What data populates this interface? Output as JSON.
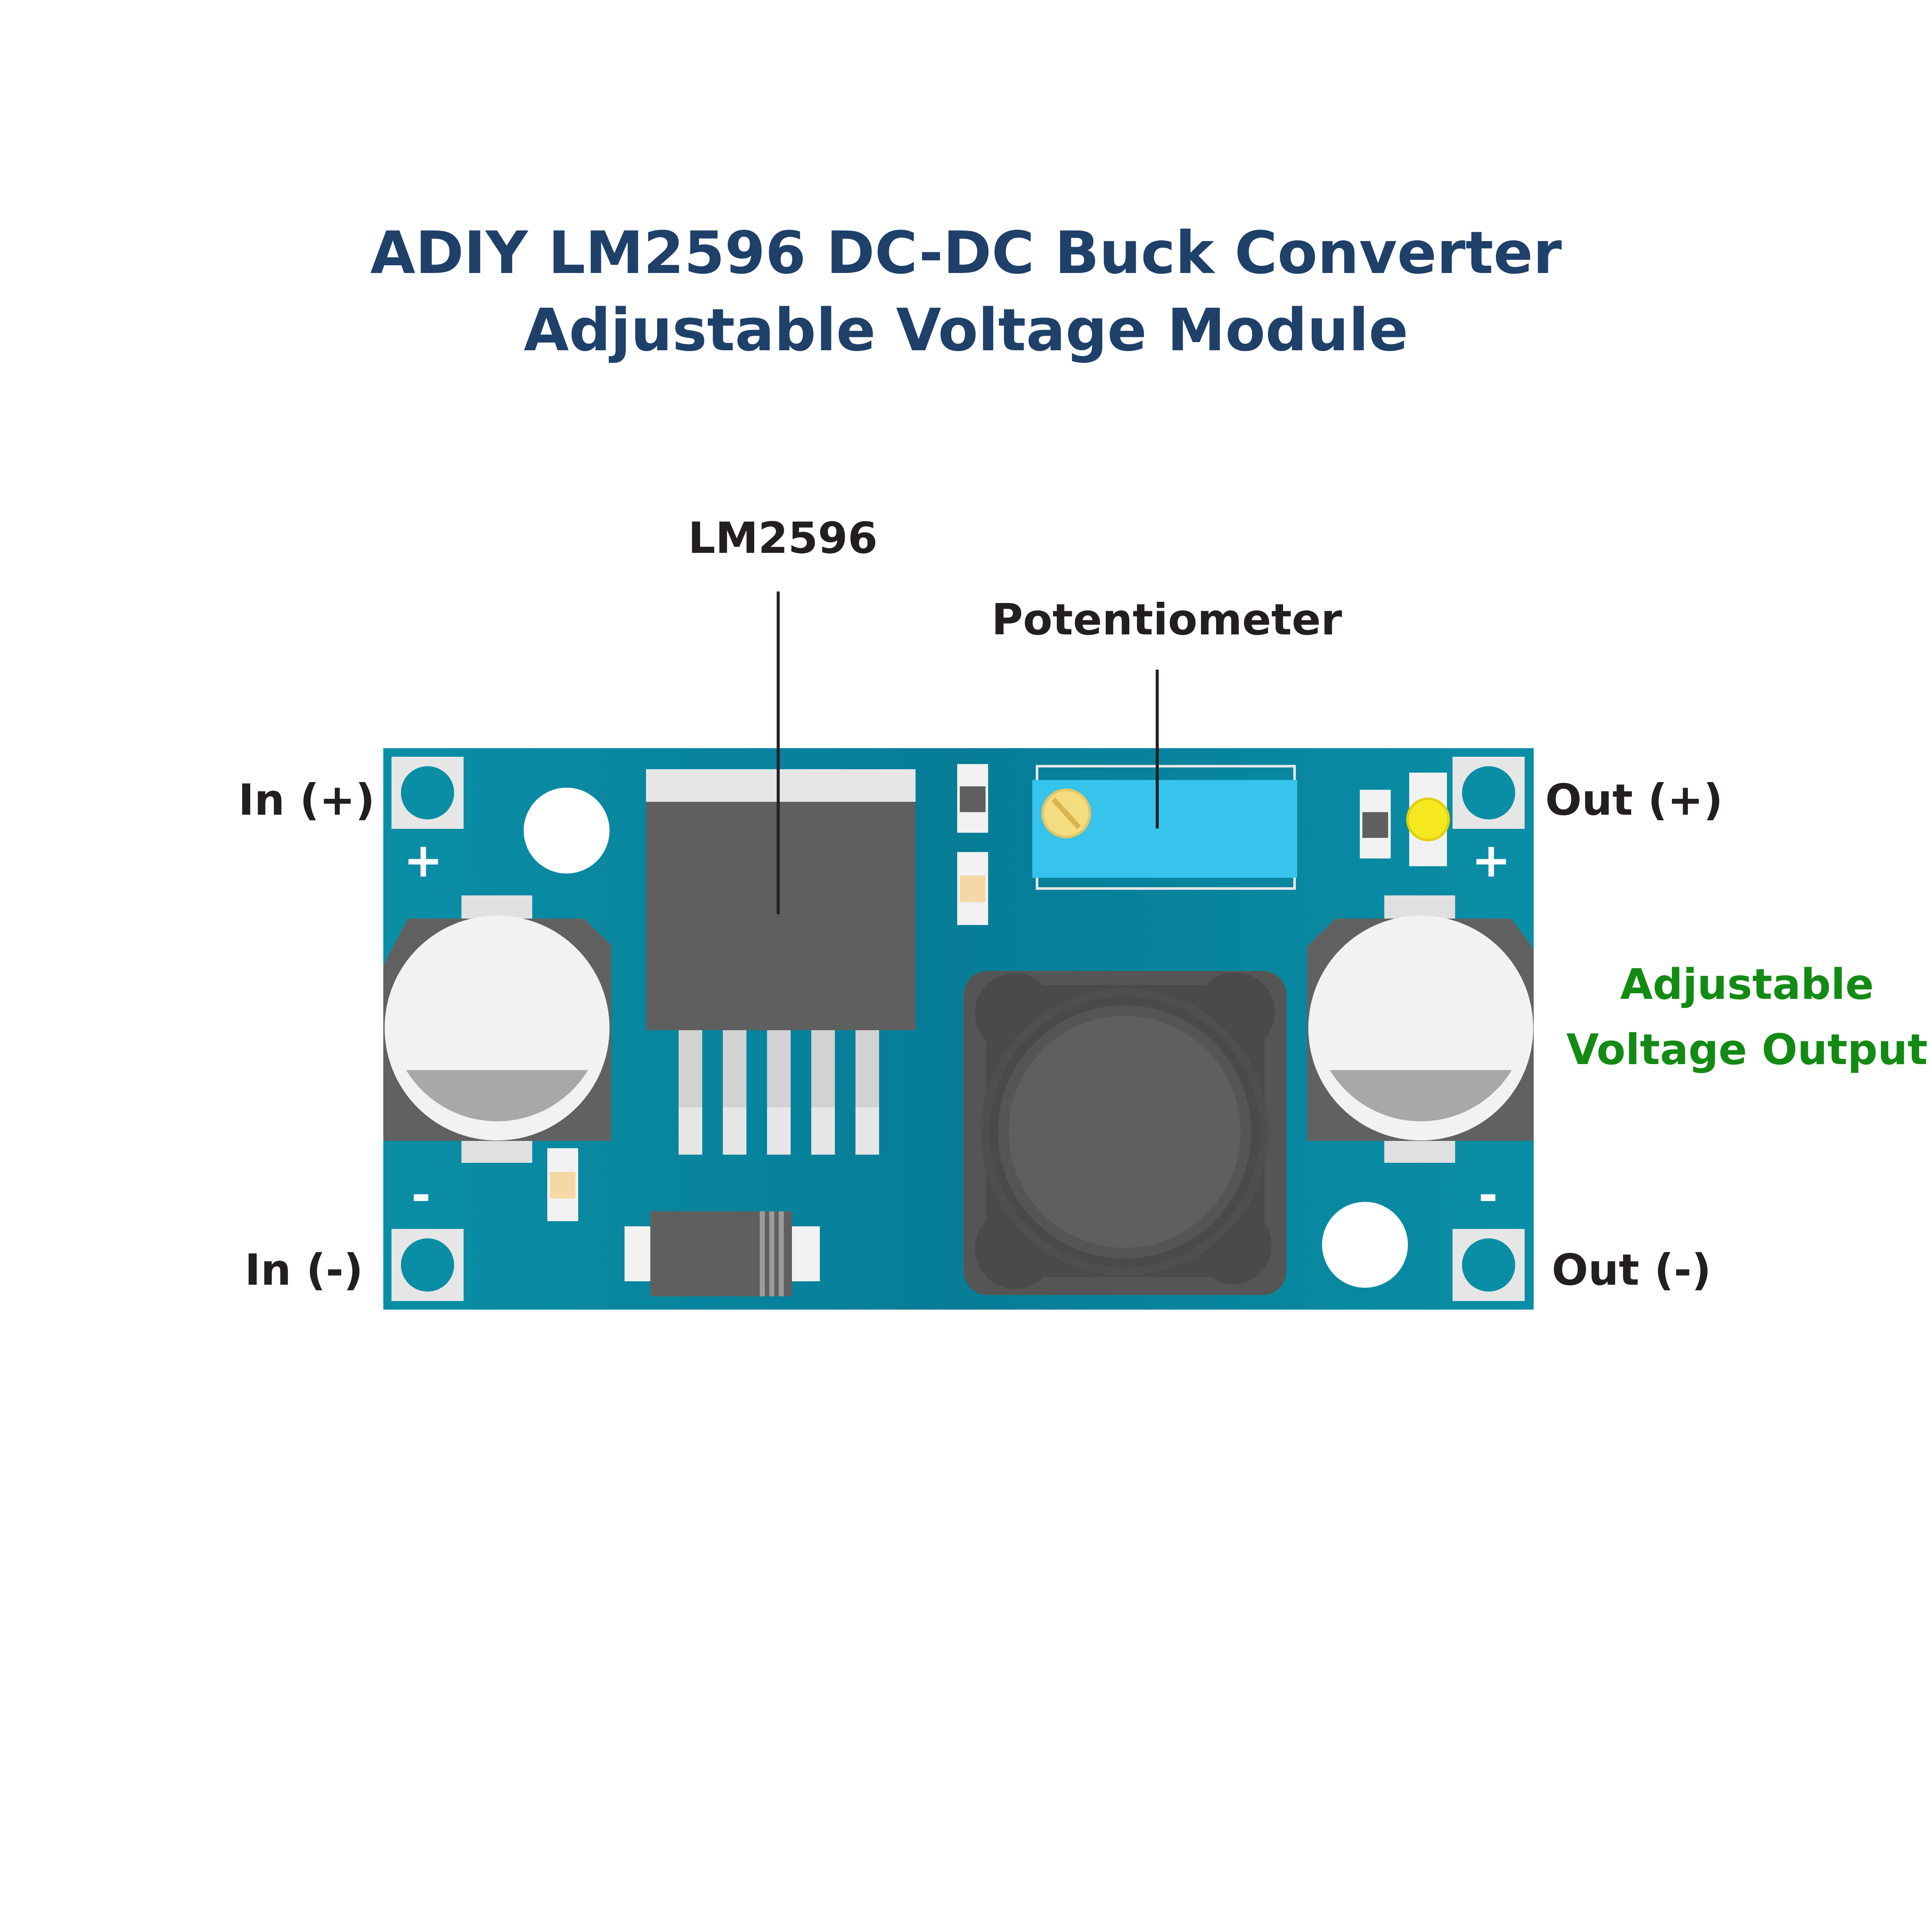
{
  "title": {
    "line1": "ADIY LM2596 DC-DC Buck Converter",
    "line2": "Adjustable Voltage Module",
    "color": "#1e4069"
  },
  "callouts": {
    "lm2596": "LM2596",
    "potentiometer": "Potentiometer"
  },
  "terminals": {
    "in_plus": "In (+)",
    "in_minus": "In (-)",
    "out_plus": "Out (+)",
    "out_minus": "Out (-)"
  },
  "polarity": {
    "in_plus": "+",
    "in_minus": "-",
    "out_plus": "+",
    "out_minus": "-"
  },
  "output_note": {
    "line1": "Adjustable",
    "line2": "Voltage Output",
    "color": "#138a13"
  },
  "colors": {
    "pcb": "#0c8da4",
    "pcb_dark": "#087c97",
    "label_dark": "#231f20",
    "potentiometer": "#36c3ec",
    "led_yellow": "#f6e81e",
    "chip": "#5f5f5f",
    "inductor": "#555555"
  }
}
